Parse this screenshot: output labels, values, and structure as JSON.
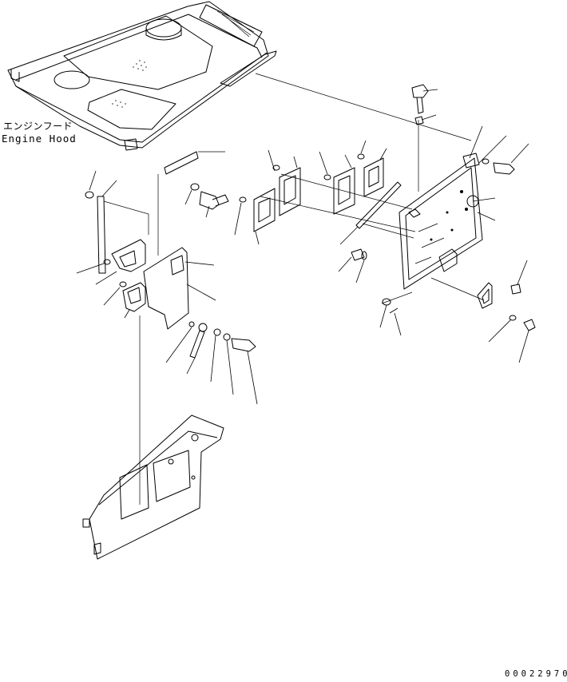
{
  "labels": {
    "part_name_jp": "エンジンフード",
    "part_name_en": "Engine Hood",
    "diagram_number": "00022970"
  }
}
